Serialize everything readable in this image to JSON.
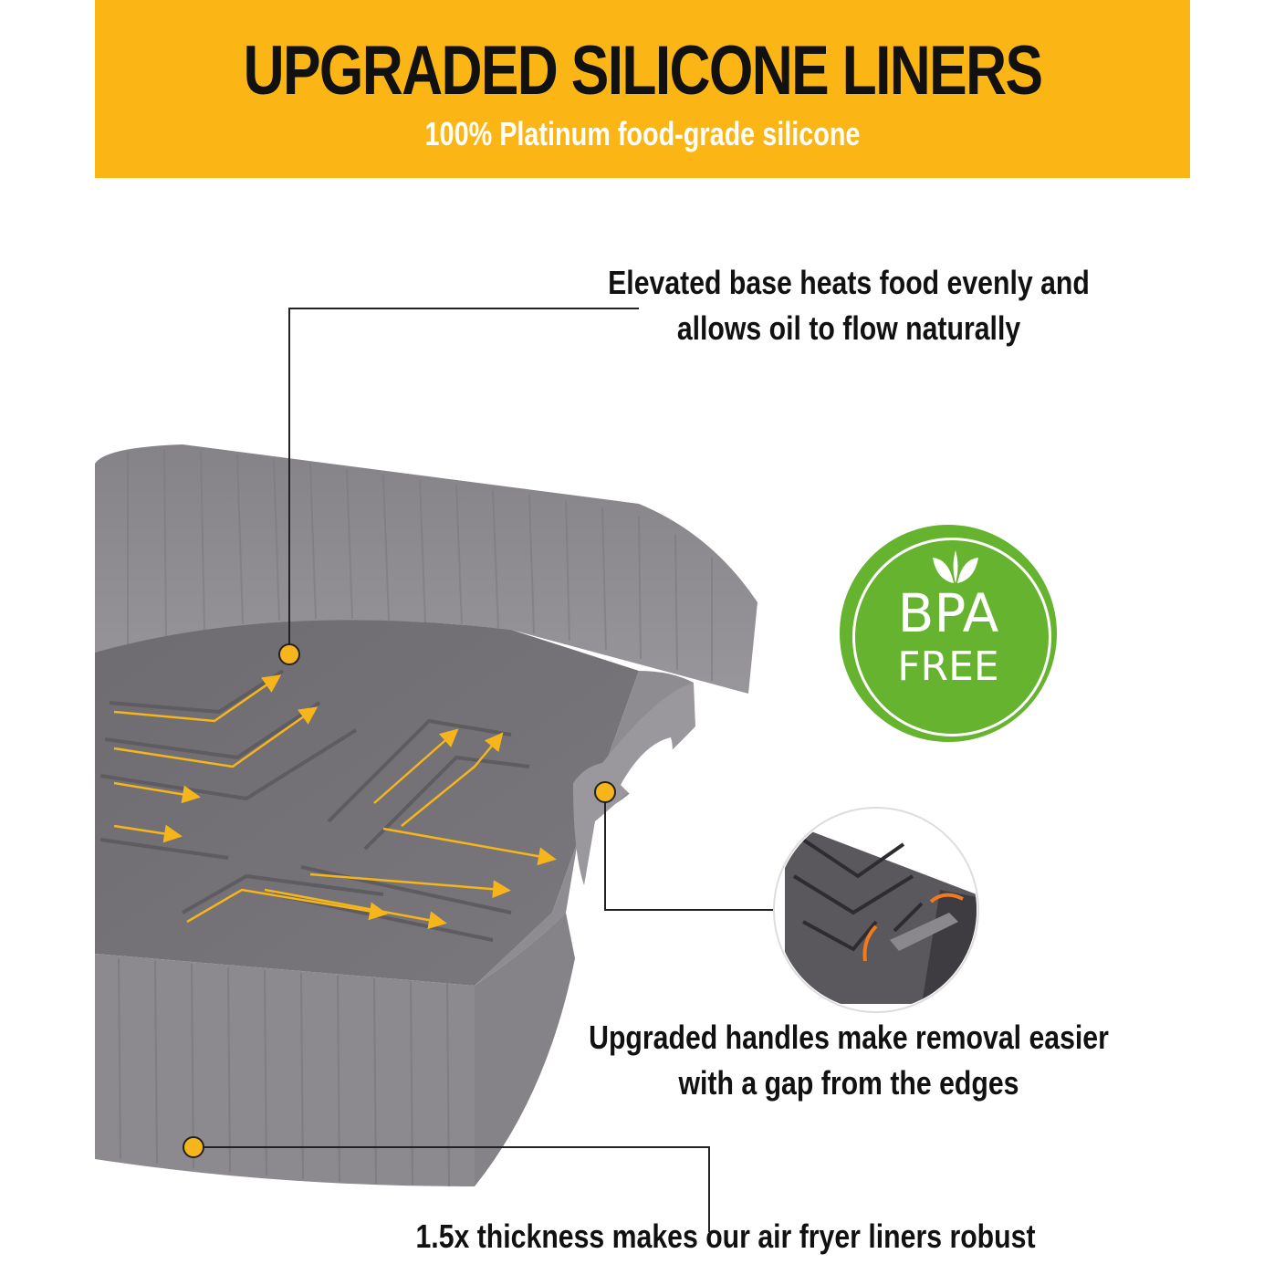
{
  "banner": {
    "title": "UPGRADED SILICONE LINERS",
    "subtitle": "100% Platinum food-grade silicone"
  },
  "callouts": {
    "base": [
      "Elevated base heats food evenly and",
      "allows oil to flow naturally"
    ],
    "handles": [
      "Upgraded handles make removal easier",
      "with a gap from the edges"
    ],
    "thickness": "1.5x thickness makes our air fryer liners robust"
  },
  "badge": {
    "line1": "BPA",
    "line2": "FREE",
    "icon": "leaf-icon"
  },
  "colors": {
    "banner": "#fbb615",
    "liner": "#8c8a8e",
    "marker": "#f5b51b",
    "badge": "#65b32e"
  }
}
